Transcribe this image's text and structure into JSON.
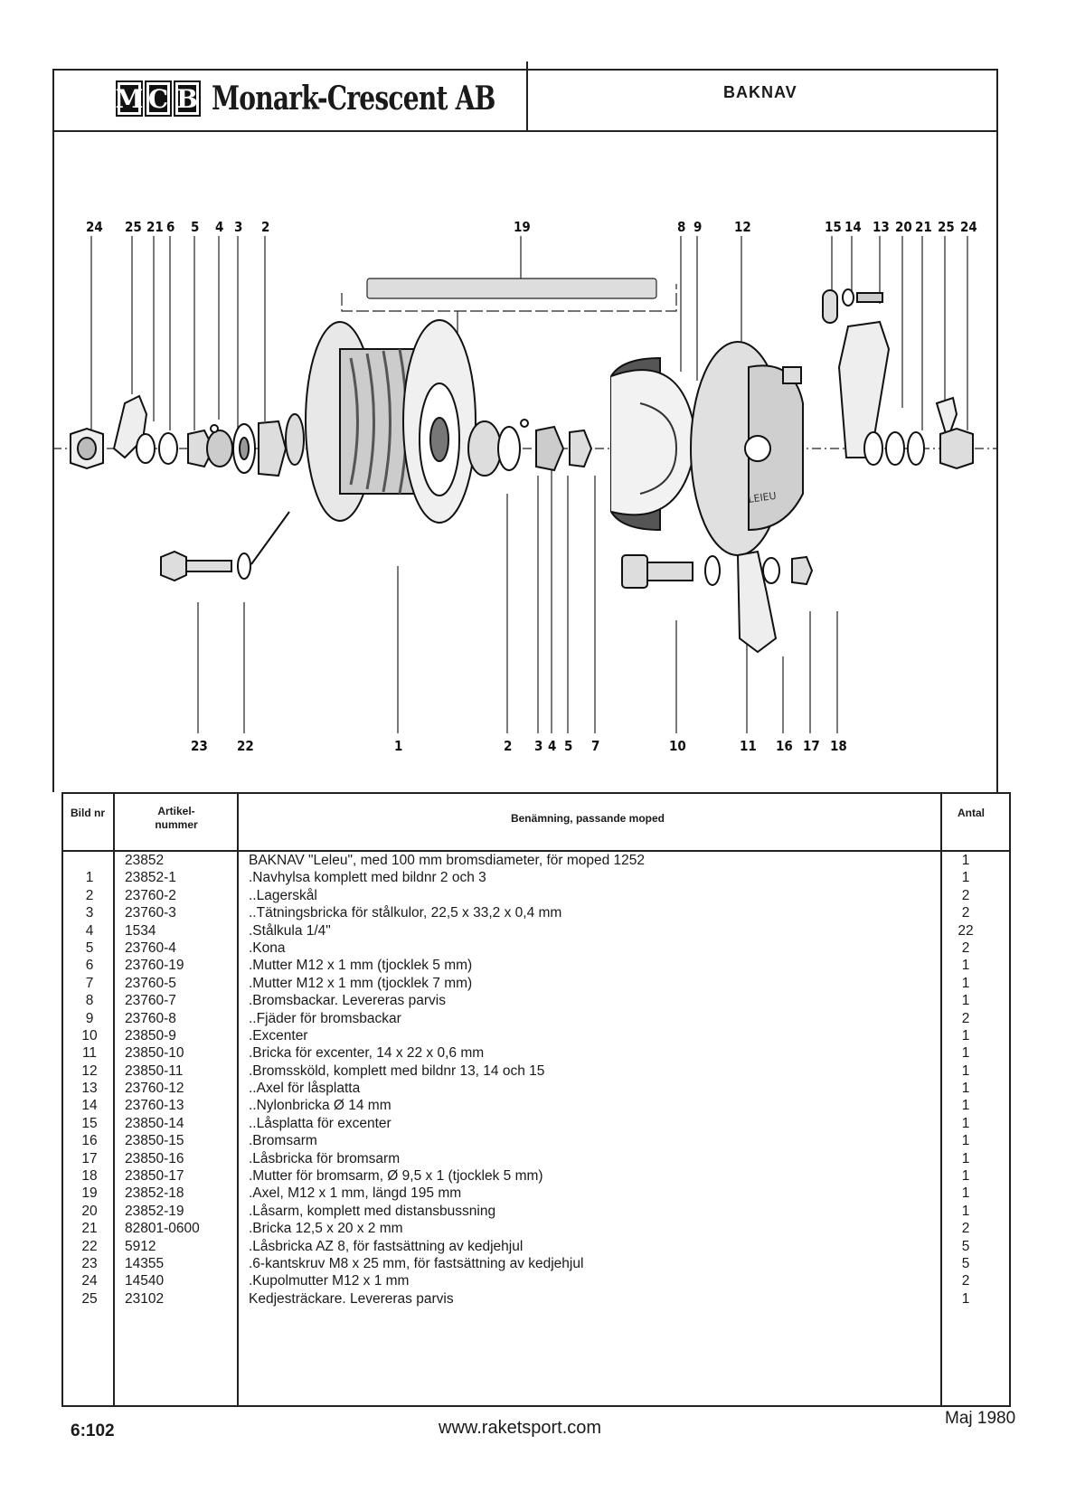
{
  "header": {
    "logo_letters": [
      "M",
      "C",
      "B"
    ],
    "company": "Monark-Crescent AB",
    "section": "BAKNAV"
  },
  "diagram": {
    "callouts_top": [
      "24",
      "25",
      "21",
      "6",
      "5",
      "4",
      "3",
      "2",
      "19",
      "8",
      "9",
      "12",
      "15",
      "14",
      "13",
      "20",
      "21",
      "25",
      "24"
    ],
    "callouts_bottom": [
      "23",
      "22",
      "1",
      "2",
      "3",
      "4",
      "5",
      "7",
      "10",
      "11",
      "16",
      "17",
      "18"
    ],
    "stamp_text": "LEIEU"
  },
  "table": {
    "headers": {
      "bild": "Bild nr",
      "artikel": "Artikel- nummer",
      "benamning": "Benämning, passande moped",
      "antal": "Antal"
    },
    "rows": [
      {
        "nr": "",
        "art": "23852",
        "desc": "BAKNAV \"Leleu\", med 100 mm bromsdiameter, för moped 1252",
        "qty": "1"
      },
      {
        "nr": "1",
        "art": "23852-1",
        "desc": ".Navhylsa komplett med bildnr 2 och 3",
        "qty": "1"
      },
      {
        "nr": "2",
        "art": "23760-2",
        "desc": "..Lagerskål",
        "qty": "2"
      },
      {
        "nr": "3",
        "art": "23760-3",
        "desc": "..Tätningsbricka för stålkulor, 22,5 x 33,2 x 0,4 mm",
        "qty": "2"
      },
      {
        "nr": "4",
        "art": "1534",
        "desc": ".Stålkula 1/4\"",
        "qty": "22"
      },
      {
        "nr": "5",
        "art": "23760-4",
        "desc": ".Kona",
        "qty": "2"
      },
      {
        "nr": "6",
        "art": "23760-19",
        "desc": ".Mutter M12 x 1 mm (tjocklek 5 mm)",
        "qty": "1"
      },
      {
        "nr": "7",
        "art": "23760-5",
        "desc": ".Mutter M12 x 1 mm (tjocklek 7 mm)",
        "qty": "1"
      },
      {
        "nr": "8",
        "art": "23760-7",
        "desc": ".Bromsbackar. Levereras parvis",
        "qty": "1"
      },
      {
        "nr": "9",
        "art": "23760-8",
        "desc": "..Fjäder för bromsbackar",
        "qty": "2"
      },
      {
        "nr": "10",
        "art": "23850-9",
        "desc": ".Excenter",
        "qty": "1"
      },
      {
        "nr": "11",
        "art": "23850-10",
        "desc": ".Bricka för excenter, 14 x 22 x 0,6 mm",
        "qty": "1"
      },
      {
        "nr": "12",
        "art": "23850-11",
        "desc": ".Bromssköld, komplett med bildnr 13, 14 och 15",
        "qty": "1"
      },
      {
        "nr": "13",
        "art": "23760-12",
        "desc": "..Axel för låsplatta",
        "qty": "1"
      },
      {
        "nr": "14",
        "art": "23760-13",
        "desc": "..Nylonbricka Ø 14 mm",
        "qty": "1"
      },
      {
        "nr": "15",
        "art": "23850-14",
        "desc": "..Låsplatta för excenter",
        "qty": "1"
      },
      {
        "nr": "16",
        "art": "23850-15",
        "desc": ".Bromsarm",
        "qty": "1"
      },
      {
        "nr": "17",
        "art": "23850-16",
        "desc": ".Låsbricka för bromsarm",
        "qty": "1"
      },
      {
        "nr": "18",
        "art": "23850-17",
        "desc": ".Mutter för bromsarm, Ø 9,5 x 1 (tjocklek 5 mm)",
        "qty": "1"
      },
      {
        "nr": "19",
        "art": "23852-18",
        "desc": ".Axel, M12 x 1 mm, längd 195 mm",
        "qty": "1"
      },
      {
        "nr": "20",
        "art": "23852-19",
        "desc": ".Låsarm, komplett med distansbussning",
        "qty": "1"
      },
      {
        "nr": "21",
        "art": "82801-0600",
        "desc": ".Bricka 12,5 x 20 x 2 mm",
        "qty": "2"
      },
      {
        "nr": "22",
        "art": "5912",
        "desc": ".Låsbricka AZ 8, för fastsättning av kedjehjul",
        "qty": "5"
      },
      {
        "nr": "23",
        "art": "14355",
        "desc": ".6-kantskruv M8 x 25 mm, för fastsättning av kedjehjul",
        "qty": "5"
      },
      {
        "nr": "24",
        "art": "14540",
        "desc": ".Kupolmutter M12 x 1 mm",
        "qty": "2"
      },
      {
        "nr": "25",
        "art": "23102",
        "desc": "Kedjesträckare. Levereras parvis",
        "qty": "1"
      }
    ]
  },
  "footer": {
    "page_number": "6:102",
    "url": "www.raketsport.com",
    "date": "Maj 1980"
  }
}
